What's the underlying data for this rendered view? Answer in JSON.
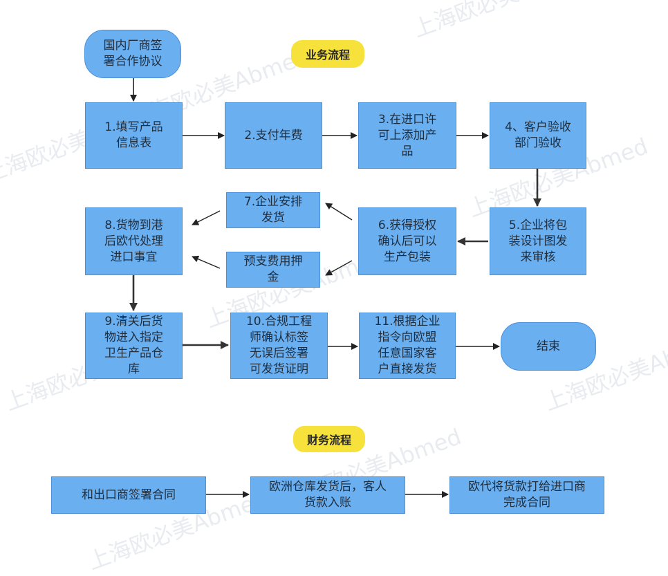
{
  "labels": {
    "business_flow": "业务流程",
    "finance_flow": "财务流程"
  },
  "nodes": {
    "start": "国内厂商签\n署合作协议",
    "n1": "1.填写产品\n信息表",
    "n2": "2.支付年费",
    "n3": "3.在进口许\n可上添加产\n品",
    "n4": "4、客户验收\n部门验收",
    "n5": "5.企业将包\n装设计图发\n来审核",
    "n6": "6.获得授权\n确认后可以\n生产包装",
    "n7": "7.企业安排\n发货",
    "n7b": "预支费用押\n金",
    "n8": "8.货物到港\n后欧代处理\n进口事宜",
    "n9": "9.清关后货\n物进入指定\n卫生产品仓\n库",
    "n10": "10.合规工程\n师确认标签\n无误后签署\n可发货证明",
    "n11": "11.根据企业\n指令向欧盟\n任意国家客\n户直接发货",
    "end": "结束",
    "f1": "和出口商签署合同",
    "f2": "欧洲仓库发货后，客人\n货款入账",
    "f3": "欧代将货款打给进口商\n完成合同"
  },
  "watermark": "上海欧必美Abmed",
  "colors": {
    "box": "#6aaff0",
    "border": "#4a90d9",
    "tag": "#f7e23c",
    "arrow": "#222222",
    "arrow_light": "#333333"
  }
}
